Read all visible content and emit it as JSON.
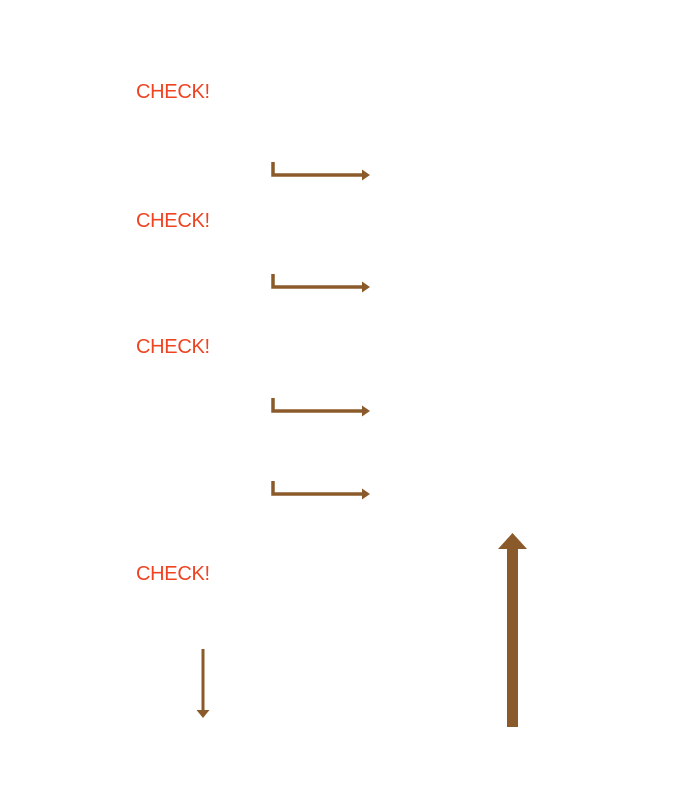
{
  "labels": {
    "check_1": "CHECK!",
    "check_2": "CHECK!",
    "check_3": "CHECK!",
    "check_4": "CHECK!"
  },
  "colors": {
    "label": "#ee4422",
    "arrow": "#8b5a2b",
    "background": "#ffffff"
  },
  "icons": {
    "bent_arrow": "bent-right-arrow-icon",
    "down_arrow": "down-arrow-icon",
    "up_arrow": "up-arrow-icon"
  }
}
